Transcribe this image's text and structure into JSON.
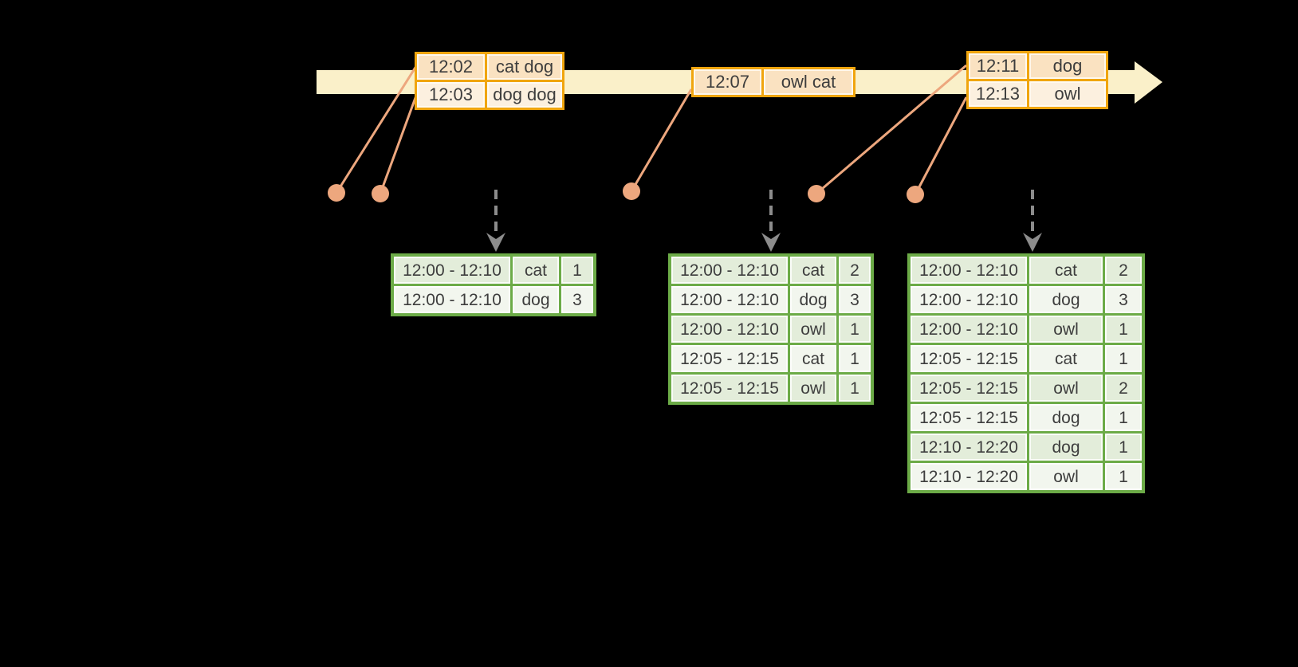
{
  "event_tables": [
    {
      "rows": [
        {
          "time": "12:02",
          "words": "cat dog"
        },
        {
          "time": "12:03",
          "words": "dog dog"
        }
      ]
    },
    {
      "rows": [
        {
          "time": "12:07",
          "words": "owl cat"
        }
      ]
    },
    {
      "rows": [
        {
          "time": "12:11",
          "words": "dog"
        },
        {
          "time": "12:13",
          "words": "owl"
        }
      ]
    }
  ],
  "result_tables": [
    {
      "rows": [
        {
          "window": "12:00 - 12:10",
          "word": "cat",
          "count": "1"
        },
        {
          "window": "12:00 - 12:10",
          "word": "dog",
          "count": "3"
        }
      ]
    },
    {
      "rows": [
        {
          "window": "12:00 - 12:10",
          "word": "cat",
          "count": "2"
        },
        {
          "window": "12:00 - 12:10",
          "word": "dog",
          "count": "3"
        },
        {
          "window": "12:00 - 12:10",
          "word": "owl",
          "count": "1"
        },
        {
          "window": "12:05 - 12:15",
          "word": "cat",
          "count": "1"
        },
        {
          "window": "12:05 - 12:15",
          "word": "owl",
          "count": "1"
        }
      ]
    },
    {
      "rows": [
        {
          "window": "12:00 - 12:10",
          "word": "cat",
          "count": "2"
        },
        {
          "window": "12:00 - 12:10",
          "word": "dog",
          "count": "3"
        },
        {
          "window": "12:00 - 12:10",
          "word": "owl",
          "count": "1"
        },
        {
          "window": "12:05 - 12:15",
          "word": "cat",
          "count": "1"
        },
        {
          "window": "12:05 - 12:15",
          "word": "owl",
          "count": "2"
        },
        {
          "window": "12:05 - 12:15",
          "word": "dog",
          "count": "1"
        },
        {
          "window": "12:10 - 12:20",
          "word": "dog",
          "count": "1"
        },
        {
          "window": "12:10 - 12:20",
          "word": "owl",
          "count": "1"
        }
      ]
    }
  ],
  "colors": {
    "background": "#000000",
    "timeline_band": "#FAF0C9",
    "event_table_border": "#F0A50E",
    "event_fill_dark": "#FAE2C1",
    "event_fill_light": "#FCF0DF",
    "connector_dot": "#EDA77E",
    "trigger_arrow": "#8C8C8C",
    "result_table_border": "#6CAB47",
    "result_fill_odd": "#E3EDDA",
    "result_fill_even": "#F2F6EE",
    "text": "#3D3D3D"
  }
}
